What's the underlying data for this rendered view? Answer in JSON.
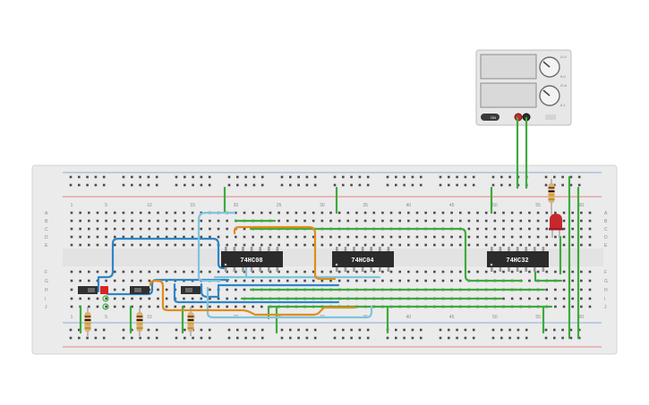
{
  "power_supply": {
    "knob_labels": [
      "O.V",
      "5.0",
      "O.A",
      "0.1"
    ],
    "switch_label": "OFF",
    "button_label": "ON"
  },
  "breadboard": {
    "row_labels": [
      "A",
      "B",
      "C",
      "D",
      "E",
      "F",
      "G",
      "H",
      "I",
      "J"
    ],
    "column_labels": [
      "1",
      "5",
      "10",
      "15",
      "20",
      "25",
      "30",
      "35",
      "40",
      "45",
      "50",
      "55",
      "60"
    ]
  },
  "chips": [
    {
      "label": "74HC08"
    },
    {
      "label": "74HC04"
    },
    {
      "label": "74HC32"
    }
  ],
  "colors": {
    "board": "#ebebeb",
    "wire_green": "#3dab3d",
    "wire_blue": "#2d86c9",
    "wire_light_blue": "#7fc4dd",
    "wire_orange": "#e08c1a",
    "chip": "#2b2b2b",
    "led": "#c8272d",
    "rail_red": "#e06060",
    "rail_blue": "#6a9ad0"
  }
}
